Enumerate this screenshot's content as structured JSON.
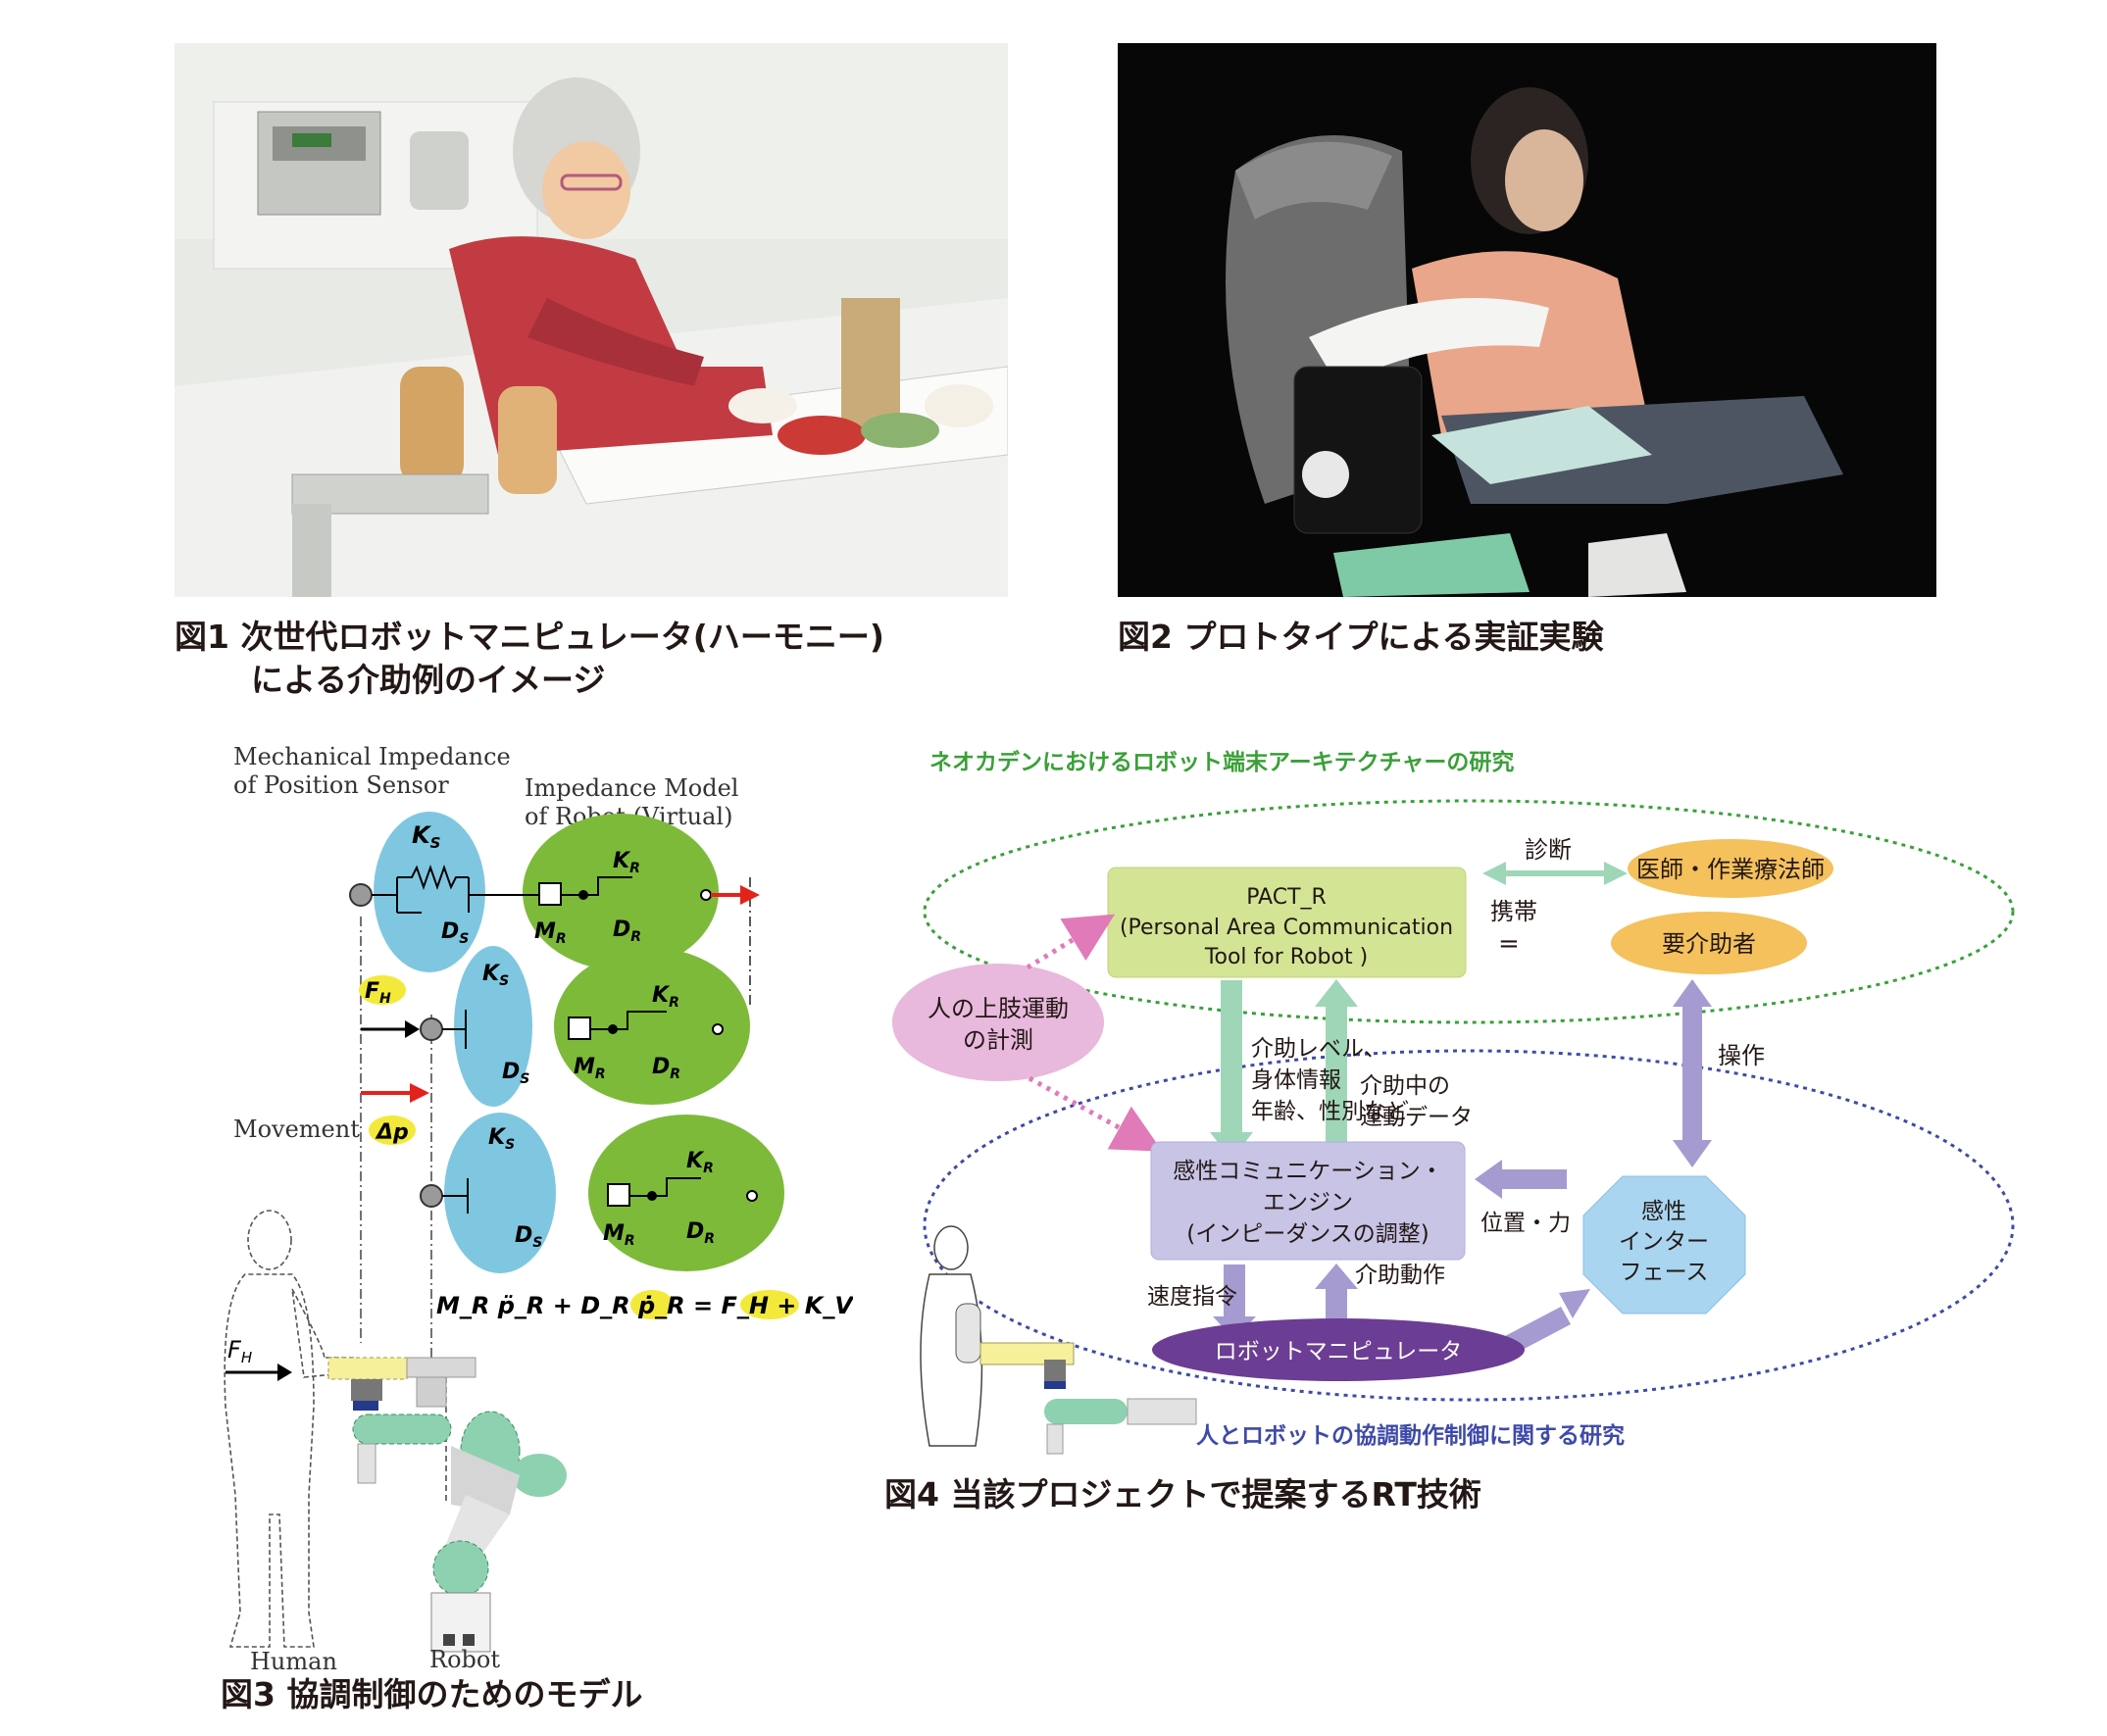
{
  "fig1": {
    "caption_line1": "図1 次世代ロボットマニピュレータ(ハーモニー)",
    "caption_line2": "による介助例のイメージ"
  },
  "fig2": {
    "caption": "図2 プロトタイプによる実証実験"
  },
  "fig3": {
    "caption": "図3 協調制御のためのモデル",
    "label_sensor_1": "Mechanical Impedance",
    "label_sensor_2": "of Position Sensor",
    "label_model_1": "Impedance Model",
    "label_model_2": "of Robot (Virtual)",
    "movement": "Movement",
    "human": "Human",
    "robot": "Robot",
    "ks": "K",
    "ks_sub": "S",
    "ds": "D",
    "ds_sub": "S",
    "kr": "K",
    "kr_sub": "R",
    "dr": "D",
    "dr_sub": "R",
    "mr": "M",
    "mr_sub": "R",
    "fh": "F",
    "fh_sub": "H",
    "dp": "Δp",
    "equation": "M_R p̈_R + D_R ṗ_R = F_H + K_V Δp"
  },
  "fig4": {
    "caption": "図4 当該プロジェクトで提案するRT技術",
    "top_title": "ネオカデンにおけるロボット端末アーキテクチャーの研究",
    "bottom_title": "人とロボットの協調動作制御に関する研究",
    "pact_1": "PACT_R",
    "pact_2": "(Personal Area Communication",
    "pact_3": "Tool for Robot )",
    "shindan": "診断",
    "doctor": "医師・作業療法師",
    "keitai": "携帯",
    "equal": "=",
    "care_receiver": "要介助者",
    "measure_1": "人の上肢運動",
    "measure_2": "の計測",
    "info_1": "介助レベル、",
    "info_2": "身体情報",
    "info_3": "年齢、性別など",
    "motion_data_1": "介助中の",
    "motion_data_2": "運動データ",
    "sousa": "操作",
    "engine_1": "感性コミュニケーション・",
    "engine_2": "エンジン",
    "engine_3": "(インピーダンスの調整)",
    "pos_force": "位置・力",
    "interface_1": "感性",
    "interface_2": "インター",
    "interface_3": "フェース",
    "speed_cmd": "速度指令",
    "assist_motion": "介助動作",
    "manipulator": "ロボットマニピュレータ"
  },
  "colors": {
    "ks_blue": "#7fc7e0",
    "kr_green": "#7dba3a",
    "pact_green": "#d3e495",
    "orange": "#f5c15c",
    "pink": "#e8b9dc",
    "lavender": "#c8c4e6",
    "interface_blue": "#a9d5f0",
    "purple": "#6c3d94",
    "teal_arrow": "#9fd6b8",
    "purple_arrow": "#a59bd1"
  }
}
